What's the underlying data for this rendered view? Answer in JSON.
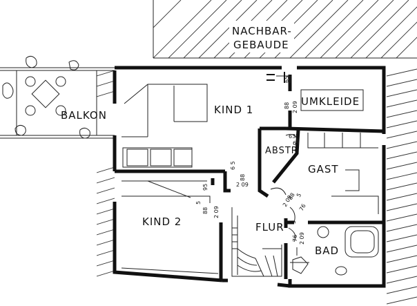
{
  "labels": {
    "nachbar_line1": "NACHBAR-",
    "nachbar_line2": "GEBAUDE",
    "balkon": "BALKON",
    "kind1": "KIND 1",
    "umkleide": "UMKLEIDE",
    "abstr": "ABSTR",
    "gast": "GAST",
    "kind2": "KIND 2",
    "flur": "FLUR",
    "bad": "BAD"
  },
  "dimensions": {
    "d_top_65": "65",
    "d_top_88": "88",
    "d_top_209": "2 09",
    "d_abs_63": "63",
    "d_abs_5": "5",
    "d_abs_6": "6",
    "d_k2_65": "6 5",
    "d_k2_88": "88",
    "d_k2_209": "2 09",
    "d_k2_95": "95",
    "d_k2_88b": "88",
    "d_k2_209b": "2 09",
    "d_k2_5": "5",
    "d_g_88": "88",
    "d_g_5": "5",
    "d_g_209": "2 09",
    "d_g_76": "76",
    "d_b_76": "76",
    "d_b_209": "2 09",
    "d_b_5": "5"
  }
}
